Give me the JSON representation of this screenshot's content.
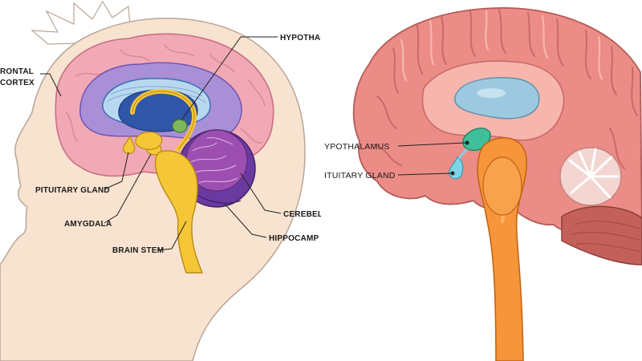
{
  "left_diagram": {
    "labels": {
      "frontal_cortex_line1": "RONTAL",
      "frontal_cortex_line2": "CORTEX",
      "hypothalamus": "HYPOTHAL",
      "pituitary_gland": "PITUITARY GLAND",
      "amygdala": "AMYGDALA",
      "brain_stem": "BRAIN STEM",
      "cerebellum": "CEREBEL",
      "hippocampus": "HIPPOCAMP"
    },
    "colors": {
      "skin": "#f7e3cf",
      "skin_outline": "#b9a698",
      "cortex": "#f2a9b6",
      "inner_cortex": "#a98fd6",
      "ventricle": "#2f56a8",
      "stem": "#f5c636",
      "cerebellum": "#9c4fb0"
    }
  },
  "right_diagram": {
    "labels": {
      "hypothalamus": "YPOTHALAMUS",
      "pituitary_gland": "ITUITARY GLAND"
    },
    "colors": {
      "brain": "#ec8c86",
      "brain_dark": "#d86e6a",
      "ventricle": "#9cc9df",
      "stem": "#f7953a",
      "hypothalamus": "#3fbf9a",
      "pituitary": "#7fd3e6"
    }
  }
}
